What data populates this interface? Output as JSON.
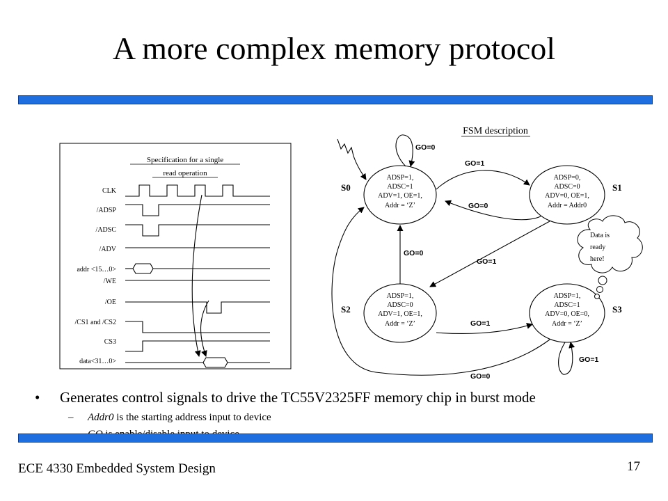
{
  "title": "A more complex memory protocol",
  "timing": {
    "heading_line1": "Specification for a single",
    "heading_line2": "read operation",
    "signals": [
      "CLK",
      "/ADSP",
      "/ADSC",
      "/ADV",
      "addr <15…0>",
      "/WE",
      "/OE",
      "/CS1 and /CS2",
      "CS3",
      "data<31…0>"
    ]
  },
  "fsm": {
    "heading": "FSM description",
    "states": [
      {
        "name": "S0",
        "lines": [
          "ADSP=1,",
          "ADSC=1",
          "ADV=1, OE=1,",
          "Addr = ‘Z’"
        ]
      },
      {
        "name": "S1",
        "lines": [
          "ADSP=0,",
          "ADSC=0",
          "ADV=0, OE=1,",
          "Addr = Addr0"
        ]
      },
      {
        "name": "S2",
        "lines": [
          "ADSP=1,",
          "ADSC=0",
          "ADV=1, OE=1,",
          "Addr = ‘Z’"
        ]
      },
      {
        "name": "S3",
        "lines": [
          "ADSP=1,",
          "ADSC=1",
          "ADV=0, OE=0,",
          "Addr = ‘Z’"
        ]
      }
    ],
    "transitions": {
      "s0_self": "GO=0",
      "s0_s1": "GO=1",
      "s1_s0": "GO=0",
      "s1_s2": "GO=1",
      "s2_s0": "GO=0",
      "s2_s3": "GO=1",
      "s3_self": "GO=1",
      "s3_s0": "GO=0"
    },
    "cloud_lines": [
      "Data is",
      "ready",
      "here!"
    ]
  },
  "bullet": "Generates control signals to drive the TC55V2325FF memory chip in burst mode",
  "subs": [
    {
      "em": "Addr0",
      "rest": " is the starting address input to device"
    },
    {
      "em": "GO",
      "rest": " is enable/disable input to device"
    }
  ],
  "footer": "ECE 4330 Embedded System Design",
  "page_number": "17"
}
